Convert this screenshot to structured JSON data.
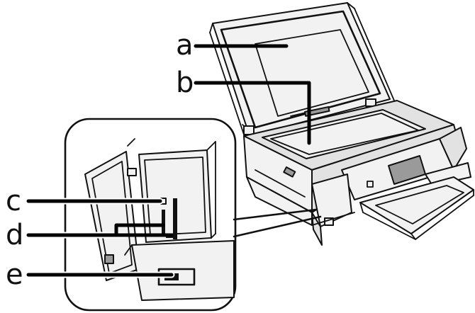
{
  "callouts": [
    {
      "id": "a",
      "text": "a"
    },
    {
      "id": "b",
      "text": "b"
    },
    {
      "id": "c",
      "text": "c"
    },
    {
      "id": "d",
      "text": "d"
    },
    {
      "id": "e",
      "text": "e"
    }
  ]
}
